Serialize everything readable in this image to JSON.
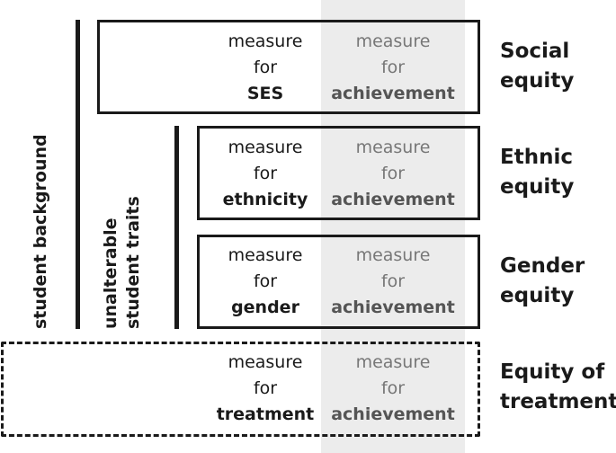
{
  "rows": [
    {
      "id": "ses",
      "left": [
        "measure",
        "for",
        "SES"
      ],
      "right": [
        "measure",
        "for",
        "achievement"
      ],
      "label": [
        "Social",
        "equity"
      ]
    },
    {
      "id": "ethnicity",
      "left": [
        "measure",
        "for",
        "ethnicity"
      ],
      "right": [
        "measure",
        "for",
        "achievement"
      ],
      "label": [
        "Ethnic",
        "equity"
      ]
    },
    {
      "id": "gender",
      "left": [
        "measure",
        "for",
        "gender"
      ],
      "right": [
        "measure",
        "for",
        "achievement"
      ],
      "label": [
        "Gender",
        "equity"
      ]
    },
    {
      "id": "treatment",
      "left": [
        "measure",
        "for",
        "treatment"
      ],
      "right": [
        "measure",
        "for",
        "achievement"
      ],
      "label": [
        "Equity of",
        "treatment"
      ]
    }
  ],
  "side_labels": {
    "student_background": "student background",
    "unalterable_line1": "unalterable",
    "unalterable_line2": "student traits"
  }
}
